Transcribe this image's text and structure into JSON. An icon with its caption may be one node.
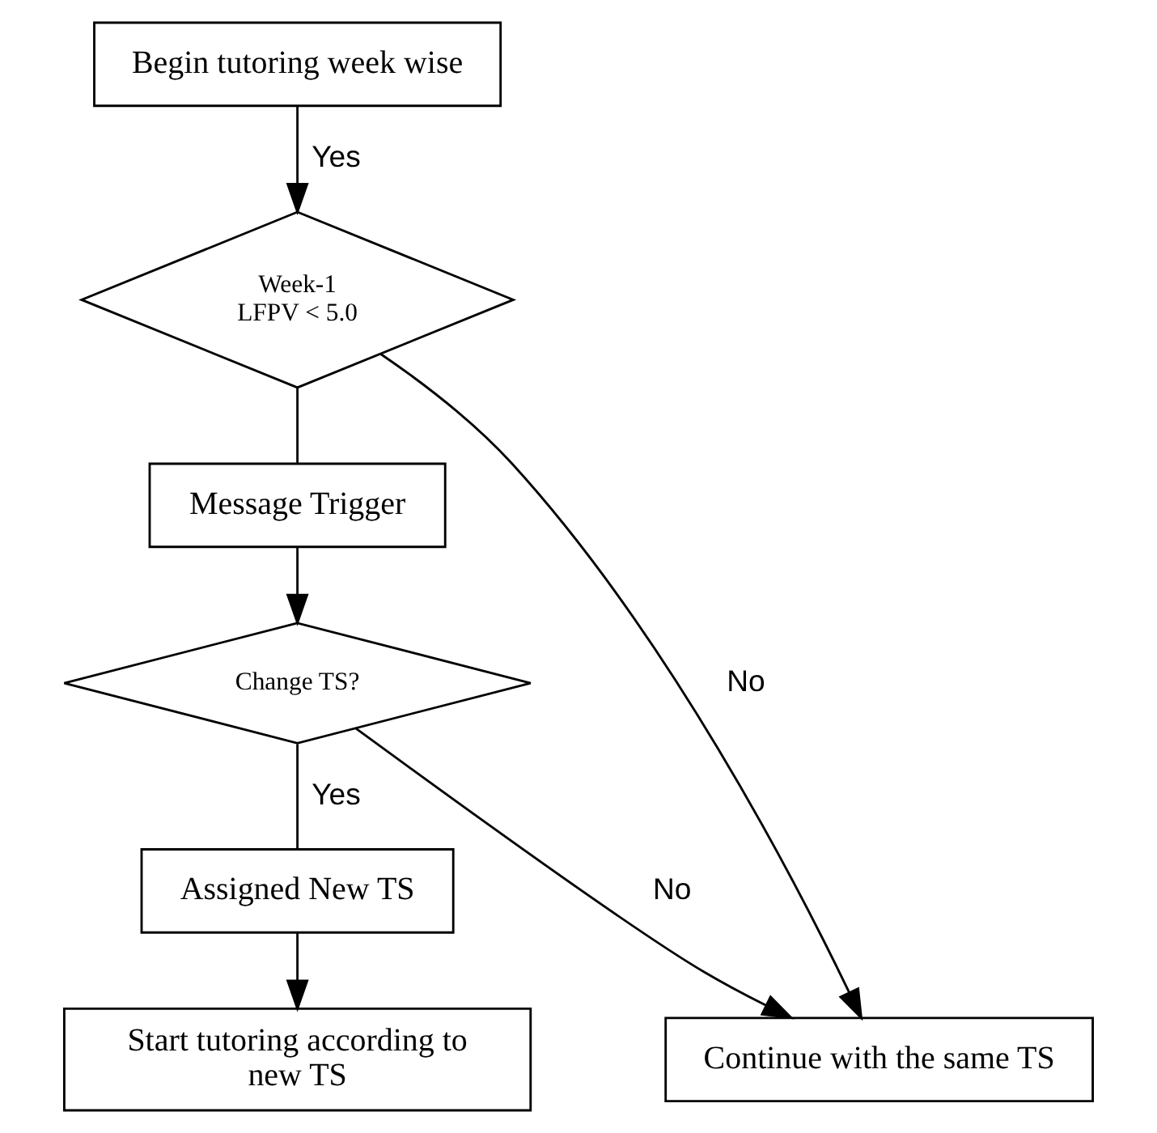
{
  "diagram": {
    "nodes": [
      {
        "text": [
          "Begin tutoring week wise"
        ]
      },
      {
        "text": [
          "Week-1 LFPV < 5.0"
        ]
      },
      {
        "text": [
          "Message Trigger"
        ]
      },
      {
        "text": [
          "Change TS?"
        ]
      },
      {
        "text": [
          "Assigned New TS"
        ]
      },
      {
        "text": [
          "Start tutoring according to new TS"
        ]
      },
      {
        "text": [
          "Continue with the same TS"
        ]
      }
    ],
    "edges": [
      {
        "from": 0,
        "to": 1,
        "arrow": "to",
        "label": "Yes"
      },
      {
        "from": 1,
        "to": 6,
        "arrow": "to",
        "label": "No"
      },
      {
        "from": 1,
        "to": 2,
        "arrow": "none"
      },
      {
        "from": 2,
        "to": 3,
        "arrow": "to"
      },
      {
        "from": 3,
        "to": 6,
        "arrow": "to",
        "label": "No"
      },
      {
        "from": 3,
        "to": 4,
        "arrow": "none",
        "label": "Yes"
      },
      {
        "from": 4,
        "to": 5,
        "arrow": "to"
      }
    ]
  }
}
